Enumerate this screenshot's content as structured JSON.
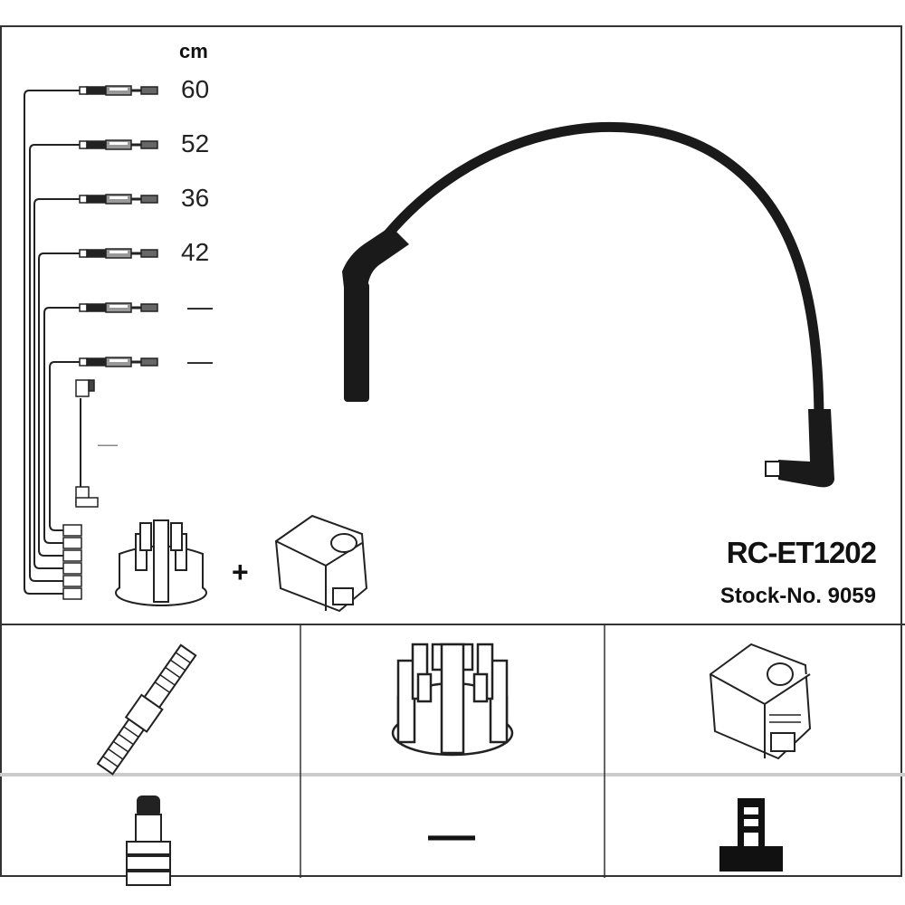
{
  "unit_label": "cm",
  "cable_lengths": [
    "60",
    "52",
    "36",
    "42",
    "—",
    "—"
  ],
  "coil_cable_length": "—",
  "plus_sign": "+",
  "product": {
    "code": "RC-ET1202",
    "stock_number": "Stock-No. 9059"
  },
  "table": {
    "row2_col2": "—"
  }
}
